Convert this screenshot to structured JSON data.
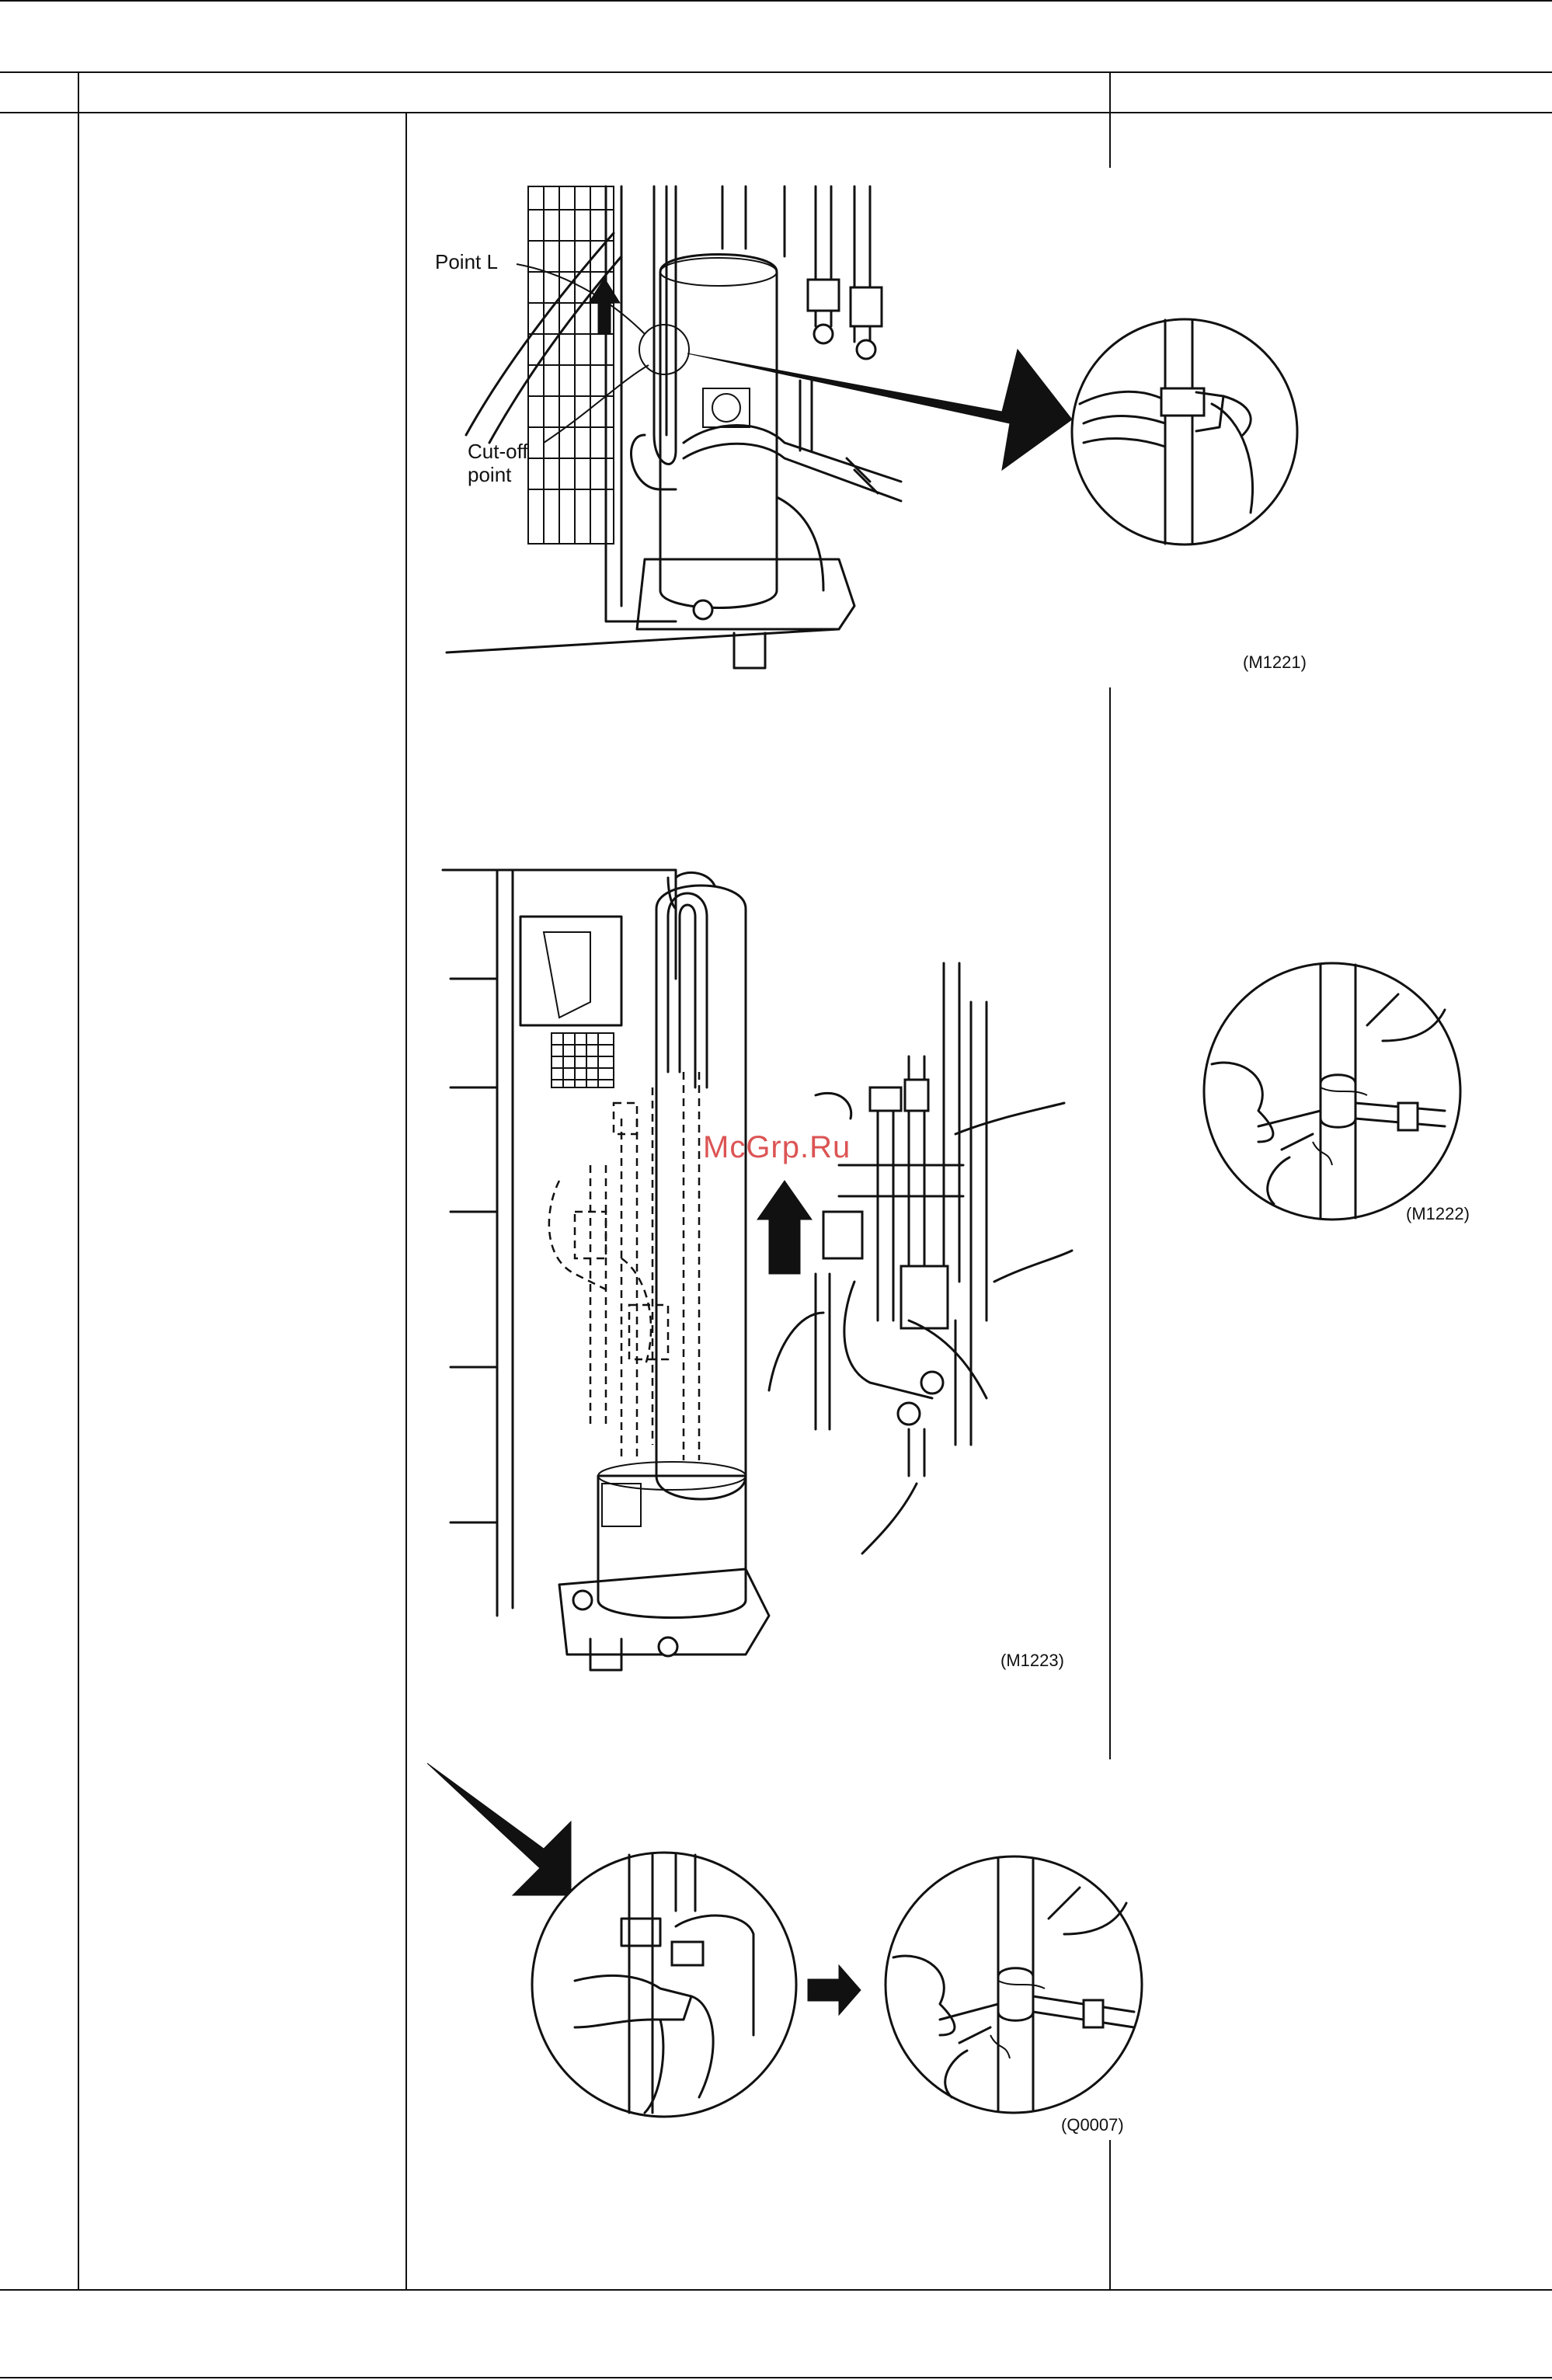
{
  "labels": {
    "point_l": "Point L",
    "cutoff": "Cut-off\npoint"
  },
  "figure_codes": {
    "fig1": "(M1221)",
    "fig2": "(M1222)",
    "fig3": "(M1223)",
    "fig4": "(Q0007)"
  },
  "watermark": "McGrp.Ru"
}
